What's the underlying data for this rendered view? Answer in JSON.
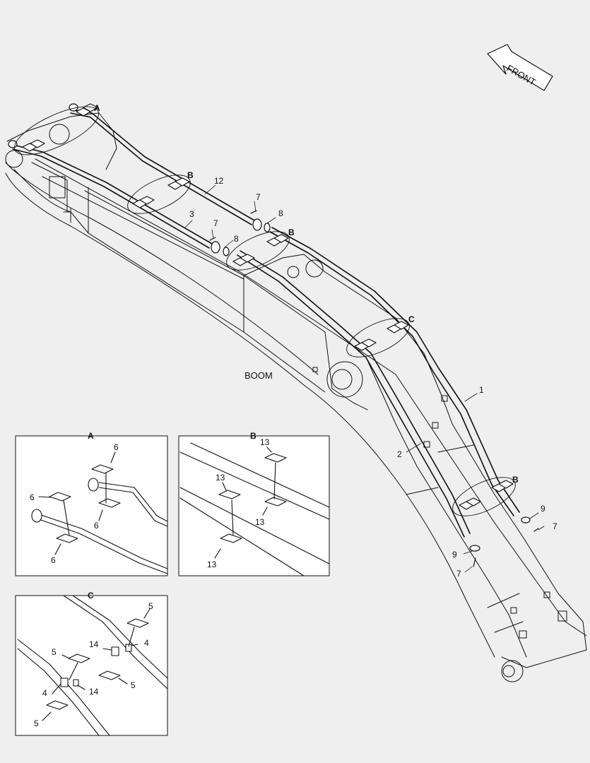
{
  "front_label": "FRONT",
  "boom_label": "BOOM",
  "callouts": {
    "A": "A",
    "B": "B",
    "C": "C",
    "n1": "1",
    "n2": "2",
    "n3": "3",
    "n4": "4",
    "n5": "5",
    "n6": "6",
    "n7": "7",
    "n8": "8",
    "n9": "9",
    "n12": "12",
    "n13": "13",
    "n14": "14"
  },
  "detail_titles": {
    "A": "A",
    "B": "B",
    "C": "C"
  },
  "colors": {
    "background": "#efefef",
    "line": "#111111",
    "panel": "#ffffff"
  }
}
